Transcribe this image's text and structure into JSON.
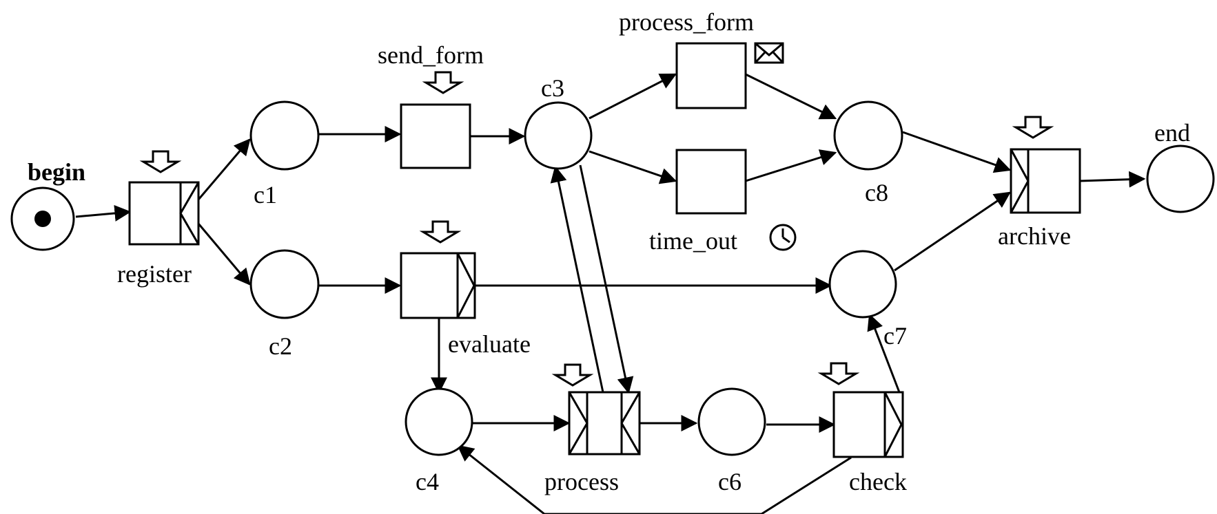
{
  "diagram": {
    "places": {
      "begin": "begin",
      "c1": "c1",
      "c2": "c2",
      "c3": "c3",
      "c4": "c4",
      "c6": "c6",
      "c7": "c7",
      "c8": "c8",
      "end": "end"
    },
    "transitions": {
      "register": "register",
      "send_form": "send_form",
      "evaluate": "evaluate",
      "process_form": "process_form",
      "time_out": "time_out",
      "process": "process",
      "check": "check",
      "archive": "archive"
    },
    "trigger_icons": {
      "resource_trigger": "down-arrow-icon",
      "message_trigger": "envelope-icon",
      "time_trigger": "clock-icon"
    },
    "tokens": {
      "begin": 1
    }
  }
}
